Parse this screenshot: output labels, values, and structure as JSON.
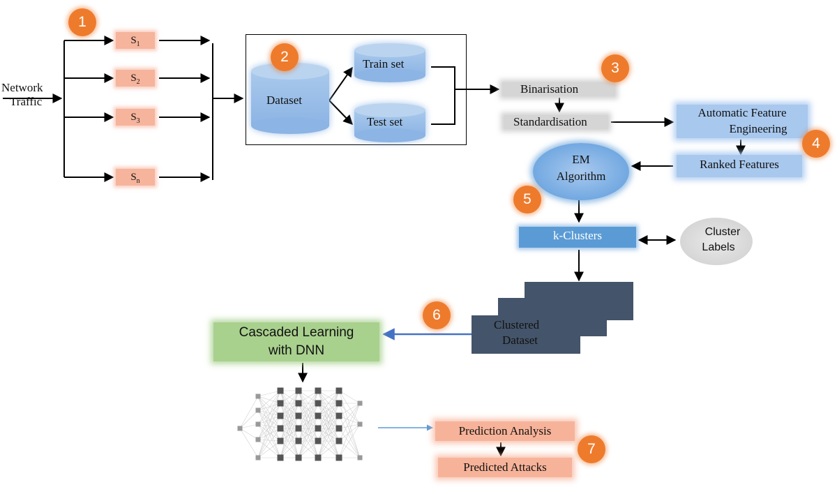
{
  "input": {
    "label_line1": "Network",
    "label_line2": "Traffic"
  },
  "sources": [
    {
      "label": "S",
      "sub": "1"
    },
    {
      "label": "S",
      "sub": "2"
    },
    {
      "label": "S",
      "sub": "3"
    },
    {
      "label": "S",
      "sub": "n"
    }
  ],
  "dataset": {
    "label": "Dataset",
    "train": "Train set",
    "test": "Test set"
  },
  "preprocessing": {
    "binarisation": "Binarisation",
    "standardisation": "Standardisation"
  },
  "feature_engineering": {
    "line1": "Automatic Feature",
    "line2": "Engineering",
    "ranked": "Ranked Features"
  },
  "em": {
    "line1": "EM",
    "line2": "Algorithm"
  },
  "clusters": {
    "label": "k-Clusters",
    "cluster_labels_line1": "Cluster",
    "cluster_labels_line2": "Labels"
  },
  "clustered": {
    "line1": "Clustered",
    "line2": "Dataset"
  },
  "cascaded": {
    "line1": "Cascaded Learning",
    "line2": "with DNN"
  },
  "prediction": {
    "analysis": "Prediction Analysis",
    "attacks": "Predicted Attacks"
  },
  "badges": [
    "1",
    "2",
    "3",
    "4",
    "5",
    "6",
    "7"
  ],
  "colors": {
    "badge": "#ee7b2c",
    "salmon": "#f6b49c",
    "light_blue": "#a8c8ee",
    "mid_blue": "#5b9bd5",
    "navy": "#44546a",
    "green": "#a9d18e",
    "gray": "#d5d5d5",
    "arrow_blue": "#4472c4"
  }
}
